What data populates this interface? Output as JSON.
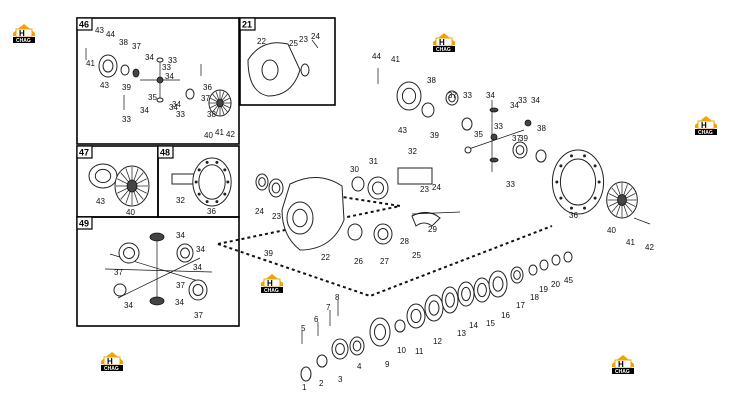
{
  "logo": {
    "mark": "H",
    "word": "CHAG",
    "color": "#f0a400"
  },
  "inset_boxes": [
    {
      "id": "46",
      "label": "46"
    },
    {
      "id": "21",
      "label": "21"
    },
    {
      "id": "47",
      "label": "47"
    },
    {
      "id": "48",
      "label": "48"
    },
    {
      "id": "49",
      "label": "49"
    }
  ],
  "callouts": {
    "b46": [
      "41",
      "43",
      "44",
      "38",
      "37",
      "34",
      "33",
      "33",
      "34",
      "34",
      "35",
      "33",
      "39",
      "34",
      "34",
      "33",
      "36",
      "37",
      "38",
      "40",
      "41",
      "42",
      "43"
    ],
    "b21": [
      "22",
      "25",
      "23",
      "24"
    ],
    "b47": [
      "43",
      "40"
    ],
    "b48": [
      "32",
      "36"
    ],
    "b49": [
      "34",
      "34",
      "37",
      "34",
      "37",
      "34",
      "34",
      "37"
    ],
    "main": [
      "44",
      "41",
      "38",
      "33",
      "37",
      "34",
      "33",
      "43",
      "39",
      "34",
      "35",
      "33",
      "37",
      "39",
      "38",
      "34",
      "33",
      "24",
      "23",
      "30",
      "31",
      "32",
      "23",
      "24",
      "22",
      "39",
      "26",
      "27",
      "25",
      "28",
      "29",
      "36",
      "40",
      "41",
      "42",
      "1",
      "2",
      "3",
      "4",
      "5",
      "6",
      "7",
      "8",
      "9",
      "10",
      "11",
      "12",
      "13",
      "14",
      "15",
      "16",
      "17",
      "18",
      "19",
      "20",
      "45"
    ]
  }
}
